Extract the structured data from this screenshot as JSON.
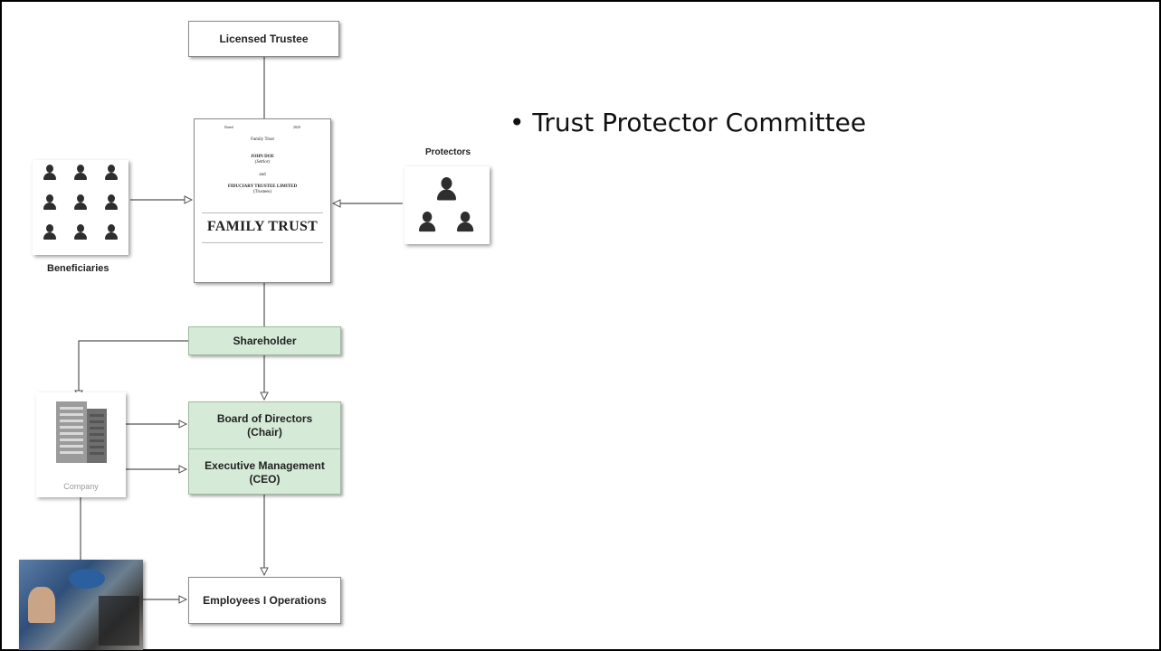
{
  "slide": {
    "bullet_text": "• Trust Protector Committee"
  },
  "diagram": {
    "licensed_trustee": "Licensed Trustee",
    "shareholder": "Shareholder",
    "board": {
      "line1": "Board of Directors",
      "line2": "(Chair)"
    },
    "executive": {
      "line1": "Executive Management",
      "line2": "(CEO)"
    },
    "employees": "Employees I Operations",
    "beneficiaries_label": "Beneficiaries",
    "protectors_label": "Protectors",
    "company_label": "Company",
    "trust_document": {
      "dated": "Dated",
      "year": "2020",
      "heading": "Family Trust",
      "settlor_name": "JOHN DOE",
      "settlor_role": "(Settlor)",
      "and": "and",
      "trustee_name": "FIDUCIARY TRUSTEE LIMITED",
      "trustee_role": "(Trustees)",
      "title": "FAMILY TRUST"
    }
  },
  "colors": {
    "green_fill": "#d5ead7",
    "line": "#555555",
    "border": "#000000"
  }
}
